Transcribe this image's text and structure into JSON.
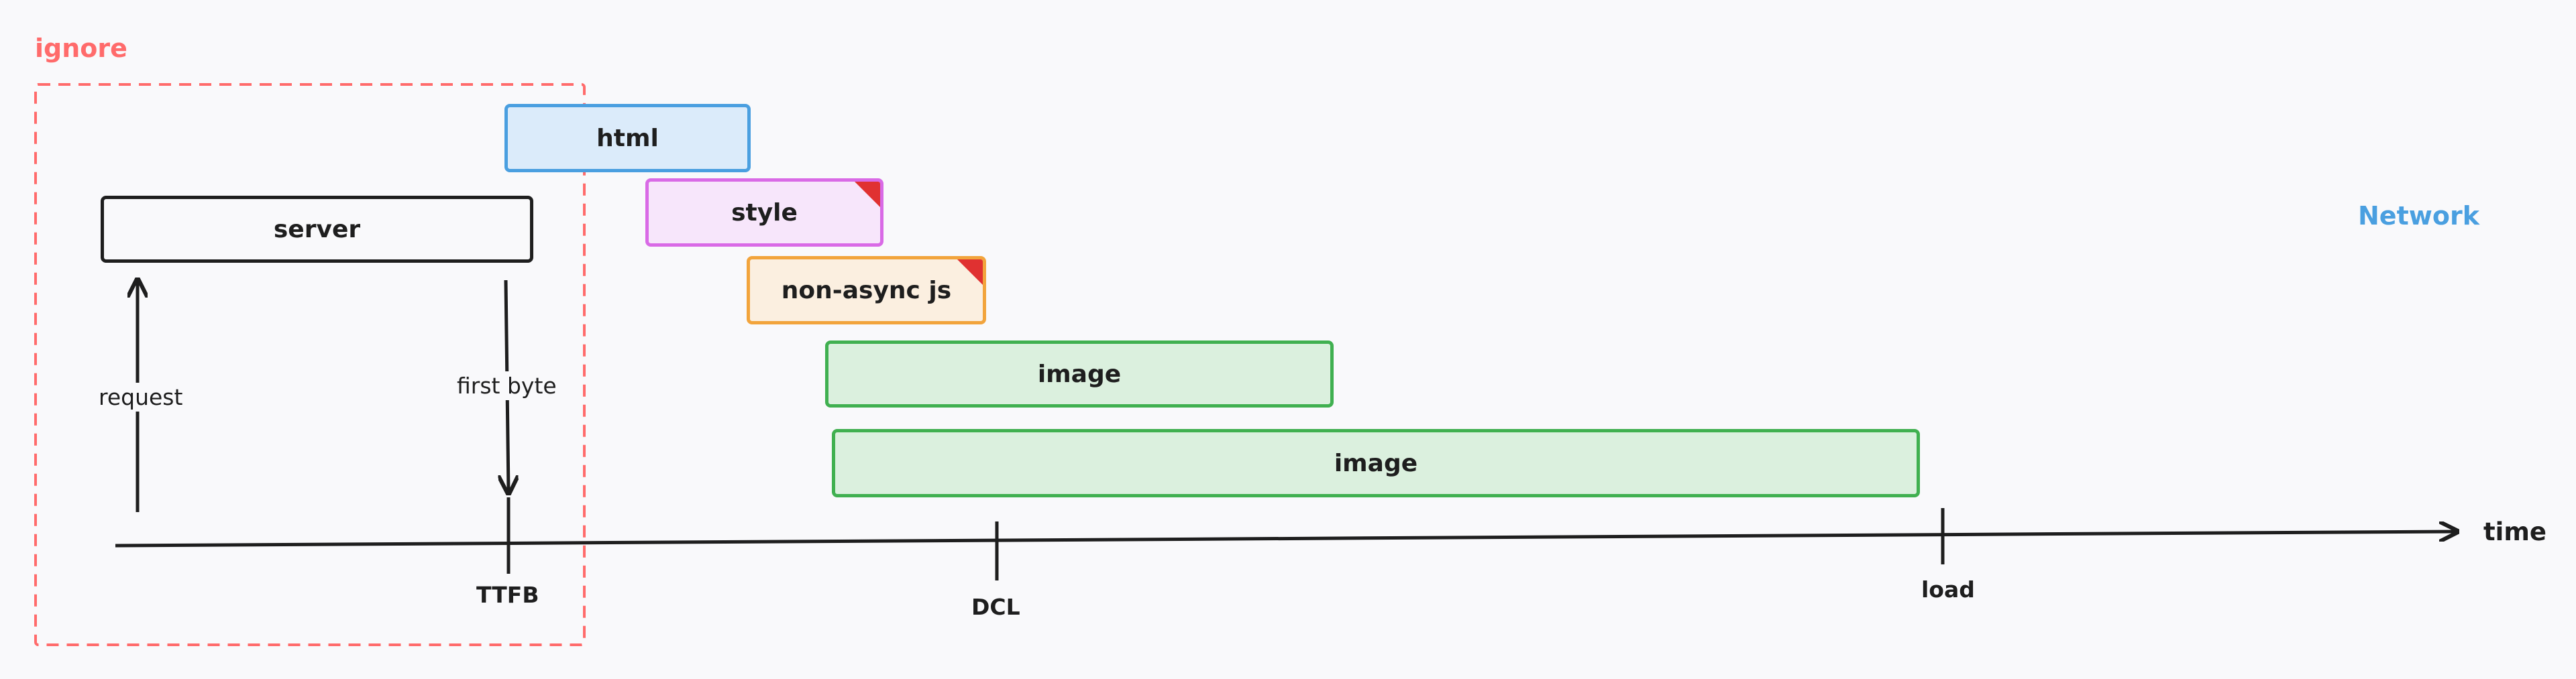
{
  "ignore_label": "ignore",
  "network_label": "Network",
  "boxes": {
    "server": "server",
    "html": "html",
    "style": "style",
    "nonasync": "non-async js",
    "image1": "image",
    "image2": "image"
  },
  "arrows": {
    "request": "request",
    "first_byte": "first byte"
  },
  "timeline": {
    "axis_label": "time",
    "ttfb": "TTFB",
    "dcl": "DCL",
    "load": "load"
  },
  "colors": {
    "ignore": "#ff6b6b",
    "network": "#4a9fe0",
    "html_border": "#4a9fe0",
    "html_fill": "#dbebfa",
    "style_border": "#d96ae6",
    "style_fill": "#f7e6fb",
    "nonasync_border": "#f2a43c",
    "nonasync_fill": "#fbefe0",
    "image_border": "#40b050",
    "image_fill": "#dbf0de",
    "marker": "#e03131"
  }
}
